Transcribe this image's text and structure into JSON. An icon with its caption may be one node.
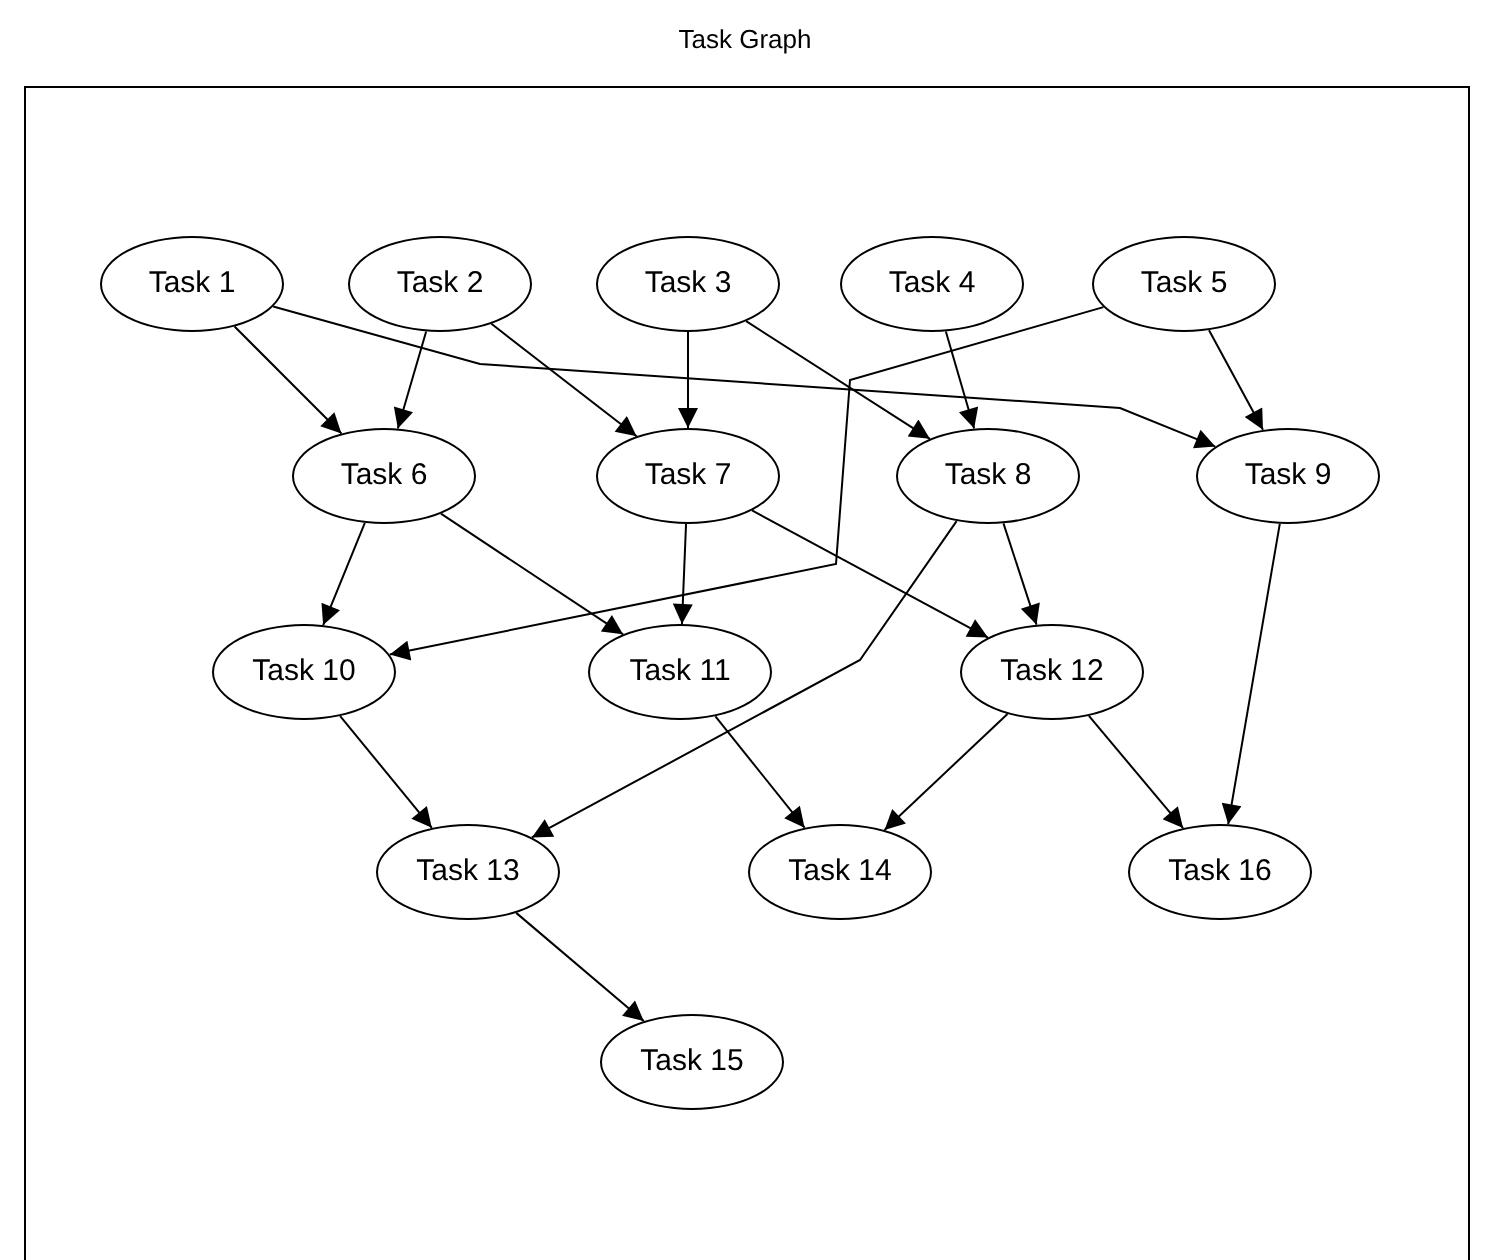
{
  "diagram": {
    "title": "Task Graph",
    "nodes": [
      {
        "text": [
          "Task 1"
        ]
      },
      {
        "text": [
          "Task 2"
        ]
      },
      {
        "text": [
          "Task 3"
        ]
      },
      {
        "text": [
          "Task 4"
        ]
      },
      {
        "text": [
          "Task 5"
        ]
      },
      {
        "text": [
          "Task 6"
        ]
      },
      {
        "text": [
          "Task 7"
        ]
      },
      {
        "text": [
          "Task 8"
        ]
      },
      {
        "text": [
          "Task 9"
        ]
      },
      {
        "text": [
          "Task 10"
        ]
      },
      {
        "text": [
          "Task 11"
        ]
      },
      {
        "text": [
          "Task 12"
        ]
      },
      {
        "text": [
          "Task 13"
        ]
      },
      {
        "text": [
          "Task 14"
        ]
      },
      {
        "text": [
          "Task 16"
        ]
      },
      {
        "text": [
          "Task 15"
        ]
      }
    ],
    "edges": [
      {
        "from": 0,
        "to": 5,
        "arrow": "to"
      },
      {
        "from": 0,
        "to": 8,
        "arrow": "to"
      },
      {
        "from": 1,
        "to": 5,
        "arrow": "to"
      },
      {
        "from": 1,
        "to": 6,
        "arrow": "to"
      },
      {
        "from": 2,
        "to": 6,
        "arrow": "to"
      },
      {
        "from": 2,
        "to": 7,
        "arrow": "to"
      },
      {
        "from": 3,
        "to": 7,
        "arrow": "to"
      },
      {
        "from": 4,
        "to": 9,
        "arrow": "to"
      },
      {
        "from": 4,
        "to": 8,
        "arrow": "to"
      },
      {
        "from": 5,
        "to": 9,
        "arrow": "to"
      },
      {
        "from": 5,
        "to": 10,
        "arrow": "to"
      },
      {
        "from": 6,
        "to": 10,
        "arrow": "to"
      },
      {
        "from": 6,
        "to": 11,
        "arrow": "to"
      },
      {
        "from": 7,
        "to": 11,
        "arrow": "to"
      },
      {
        "from": 7,
        "to": 12,
        "arrow": "to"
      },
      {
        "from": 8,
        "to": 14,
        "arrow": "to"
      },
      {
        "from": 9,
        "to": 12,
        "arrow": "to"
      },
      {
        "from": 10,
        "to": 13,
        "arrow": "to"
      },
      {
        "from": 11,
        "to": 13,
        "arrow": "to"
      },
      {
        "from": 11,
        "to": 14,
        "arrow": "to"
      },
      {
        "from": 12,
        "to": 15,
        "arrow": "to"
      }
    ]
  }
}
